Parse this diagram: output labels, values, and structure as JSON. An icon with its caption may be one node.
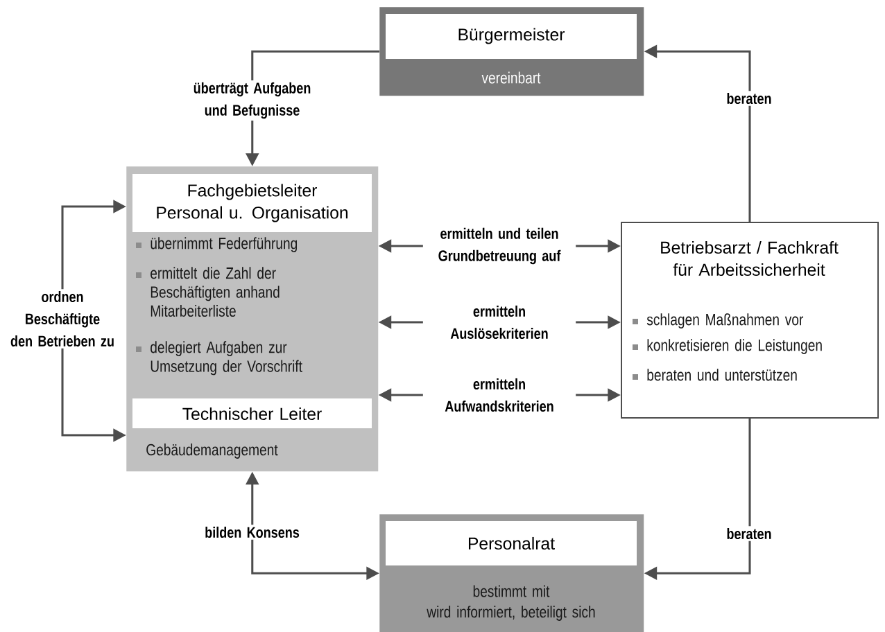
{
  "diagram": {
    "nodes": [
      {
        "text": [
          "Bürgermeister",
          "vereinbart"
        ]
      },
      {
        "text": [
          "Fachgebietsleiter Personal u. Organisation",
          "übernimmt Federführung",
          "ermittelt die Zahl der Beschäftigten anhand Mitarbeiterliste",
          "delegiert Aufgaben zur Umsetzung der Vorschrift",
          "Technischer Leiter",
          "Gebäudemanagement"
        ]
      },
      {
        "text": [
          "Betriebsarzt / Fachkraft für Arbeitssicherheit",
          "schlagen Maßnahmen vor",
          "konkretisieren die Leistungen",
          "beraten und unterstützen"
        ]
      },
      {
        "text": [
          "Personalrat",
          "bestimmt mit",
          "wird informiert, beteiligt sich"
        ]
      }
    ],
    "edges": [
      {
        "from": 0,
        "to": 1,
        "arrow": "to",
        "label": "überträgt Aufgaben und Befugnisse"
      },
      {
        "from": 2,
        "to": 0,
        "arrow": "to",
        "label": "beraten"
      },
      {
        "from": 2,
        "to": 3,
        "arrow": "to",
        "label": "beraten"
      },
      {
        "from": 1,
        "to": 3,
        "arrow": "both",
        "label": "bilden Konsens"
      },
      {
        "from": 1,
        "to": 2,
        "arrow": "both",
        "label": "ermitteln und teilen Grundbetreuung auf"
      },
      {
        "from": 1,
        "to": 2,
        "arrow": "both",
        "label": "ermitteln Auslösekriterien"
      },
      {
        "from": 1,
        "to": 2,
        "arrow": "both",
        "label": "ermitteln Aufwandskriterien"
      },
      {
        "from": 1,
        "to": 1,
        "arrow": "both",
        "label": "ordnen Beschäftigte den Betrieben zu"
      }
    ]
  }
}
